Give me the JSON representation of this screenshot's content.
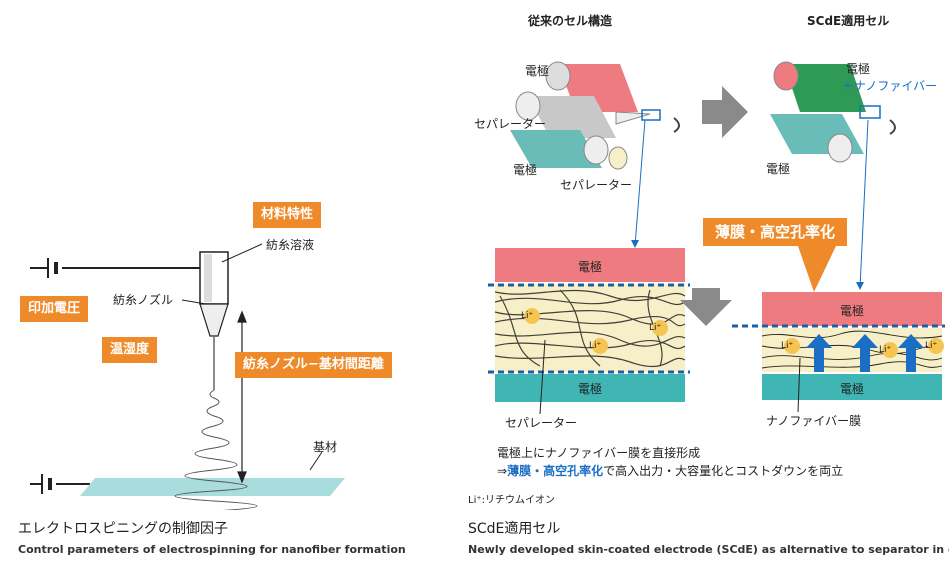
{
  "left": {
    "tags": {
      "material": "材料特性",
      "voltage": "印加電圧",
      "temp": "温湿度",
      "distance": "紡糸ノズル−基材間距離"
    },
    "labels": {
      "solution": "紡糸溶液",
      "nozzle": "紡糸ノズル",
      "substrate": "基材"
    },
    "caption_jp": "エレクトロスピニングの制御因子",
    "caption_en": "Control parameters of electrospinning for nanofiber formation"
  },
  "right": {
    "title_conventional": "従来のセル構造",
    "title_scde": "SCdE適用セル",
    "lbl_electrode_top": "電極",
    "lbl_separator_1": "セパレーター",
    "lbl_electrode_bottom": "電極",
    "lbl_separator_2": "セパレーター",
    "lbl_scde_electrode": "電極",
    "lbl_scde_nanofiber": "＋ナノファイバー",
    "lbl_scde_electrode_bottom": "電極",
    "callout": "薄膜・高空孔率化",
    "conv_band_top": "電極",
    "conv_band_bottom": "電極",
    "scde_band_top": "電極",
    "scde_band_bottom": "電極",
    "li_ion": "Li⁺",
    "lbl_separator_3": "セパレーター",
    "lbl_nanofiber_membrane": "ナノファイバー膜",
    "note_line1": "電極上にナノファイバー膜を直接形成",
    "note_arrow": "⇒",
    "note_highlight": "薄膜・高空孔率化",
    "note_rest": "で高入出力・大容量化とコストダウンを両立",
    "legend": "Li⁺:リチウムイオン",
    "caption_jp": "SCdE適用セル",
    "caption_en": "Newly developed skin-coated electrode (SCdE) as alternative to separator in cell"
  },
  "colors": {
    "orange": "#ef8a2a",
    "electrode_red": "#ee7b80",
    "electrode_teal": "#3fb6b4",
    "nanofiber_green": "#2e9a55",
    "blue": "#1a6fc4",
    "substrate": "#a9dcdc"
  }
}
